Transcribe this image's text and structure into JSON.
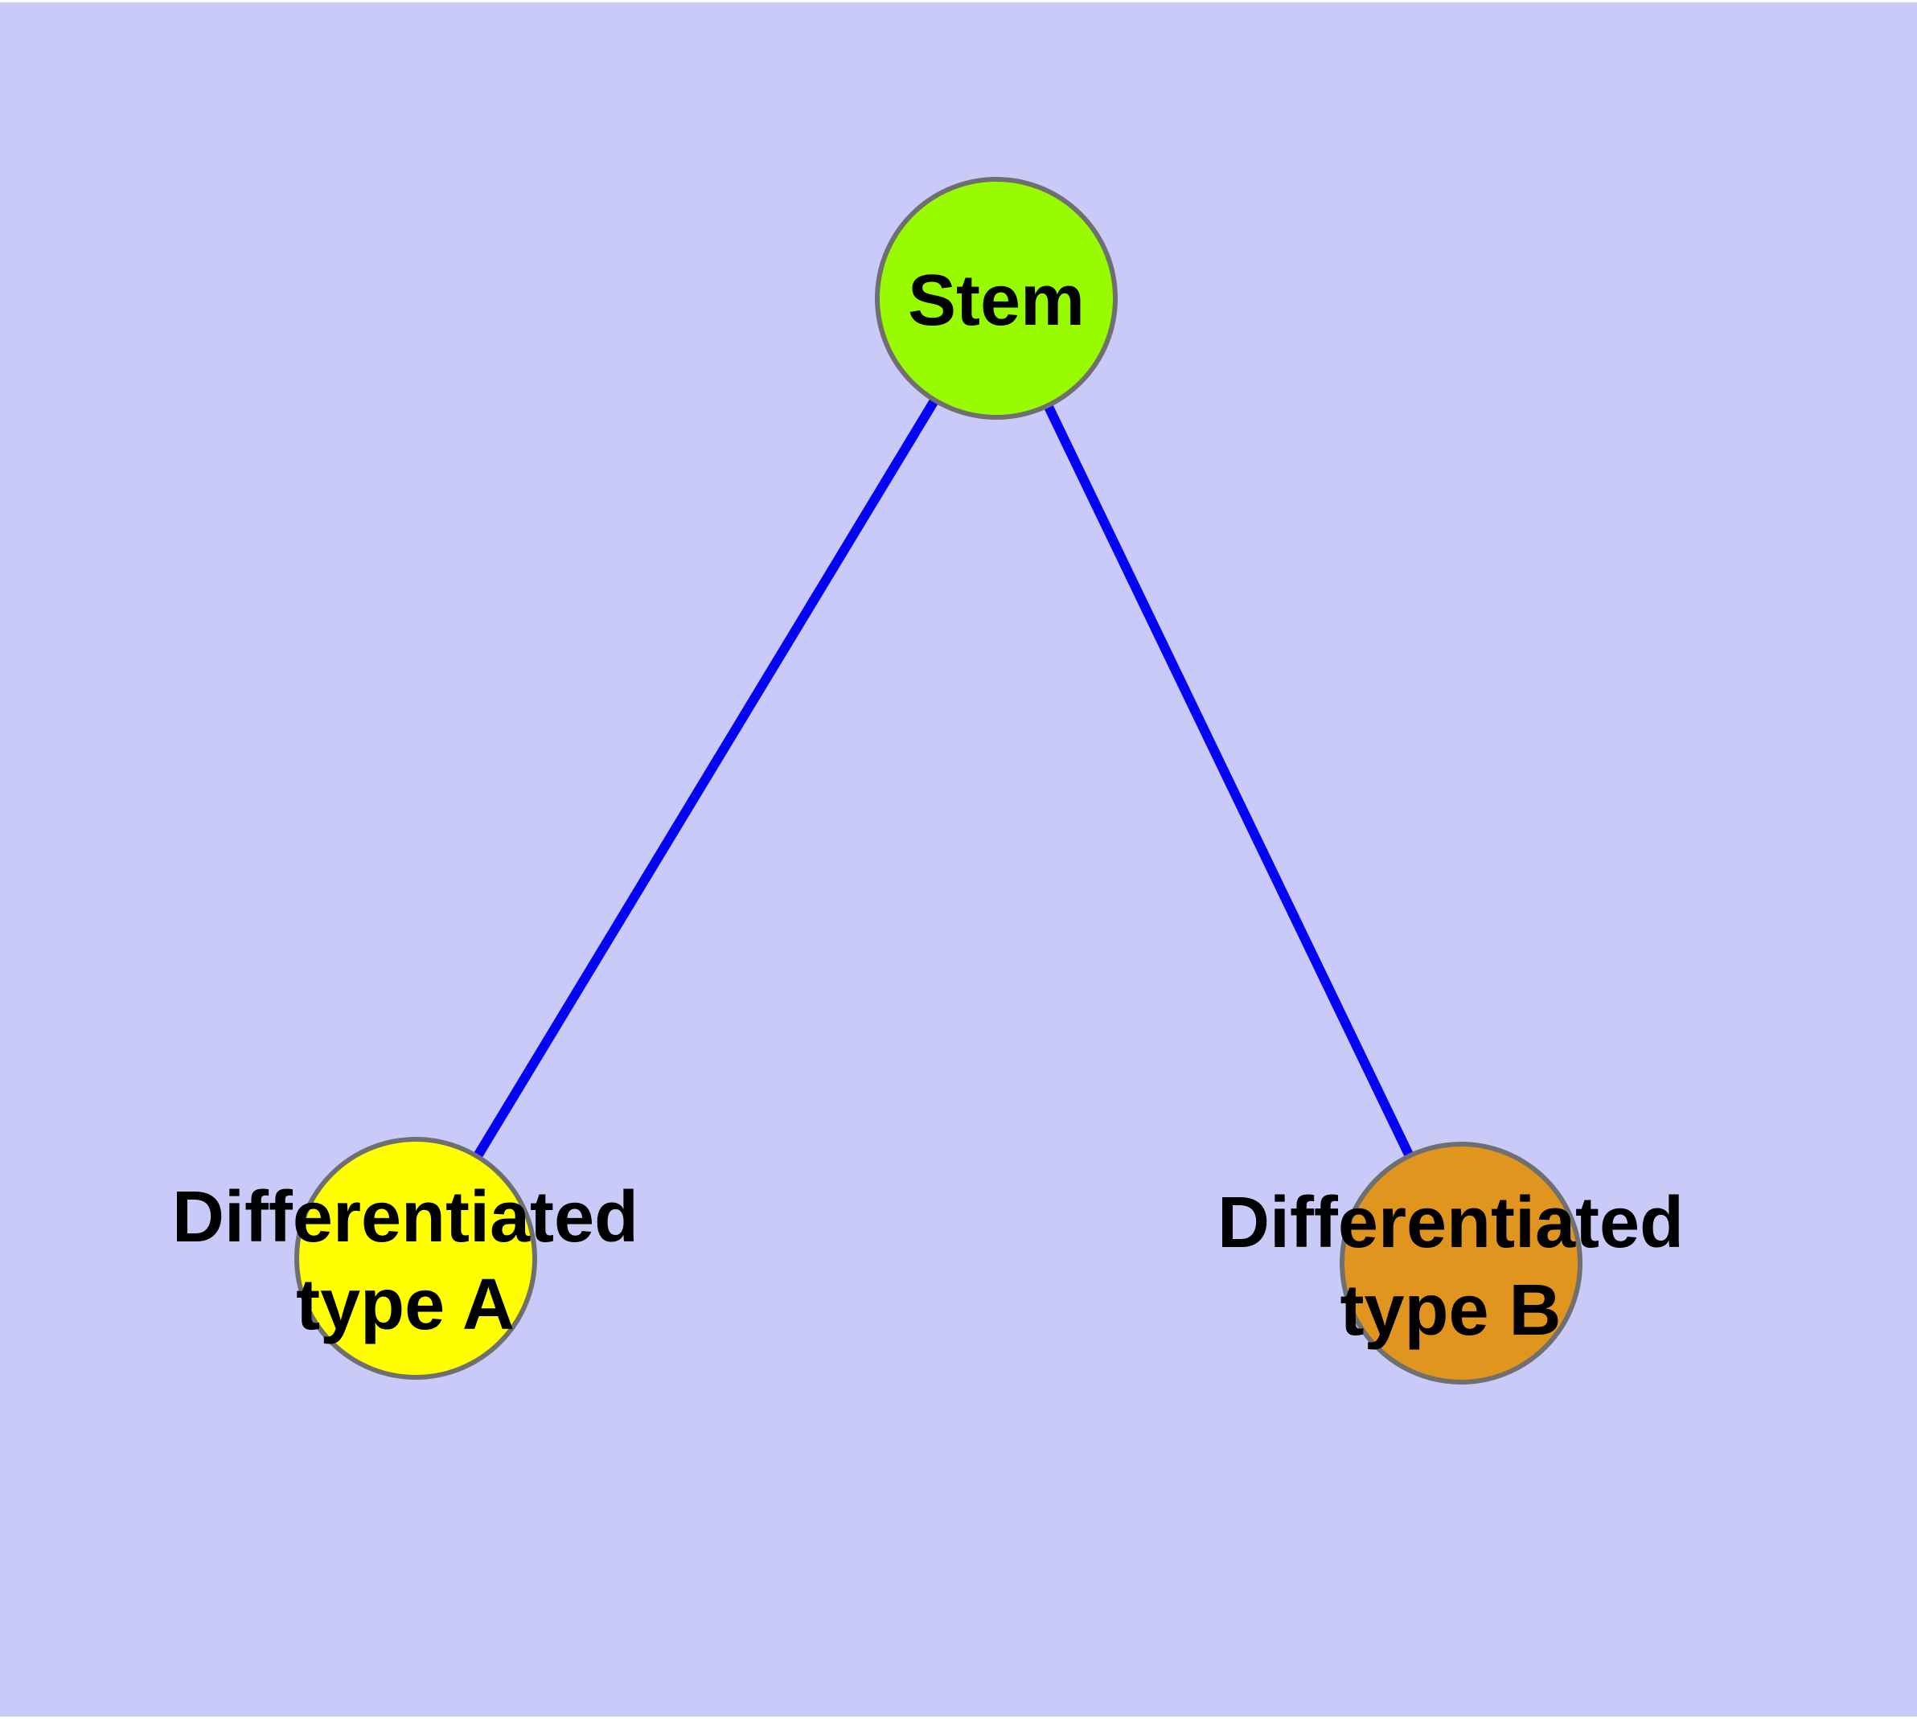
{
  "diagram": {
    "type": "graph",
    "page_color": "#FFFFFF",
    "background_color": "#CACAF8",
    "edge_color": "#0404F2",
    "node_border_color": "#6F6F6F",
    "text_color": "#000000",
    "nodes": [
      {
        "id": "stem",
        "label": "Stem",
        "lines": [
          "Stem"
        ],
        "fill_color": "#99FB00"
      },
      {
        "id": "differentiated-type-a",
        "label": "Differentiated type A",
        "lines": [
          "Differentiated",
          "type A"
        ],
        "fill_color": "#FFFF00"
      },
      {
        "id": "differentiated-type-b",
        "label": "Differentiated type B",
        "lines": [
          "Differentiated",
          "type B"
        ],
        "fill_color": "#E0951F"
      }
    ],
    "edges": [
      {
        "source": "Stem",
        "target": "Differentiated type A"
      },
      {
        "source": "Stem",
        "target": "Differentiated type B"
      }
    ]
  }
}
